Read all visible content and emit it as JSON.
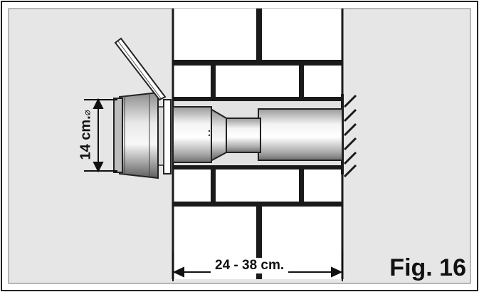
{
  "figure": {
    "label": "Fig. 16"
  },
  "dimensions": {
    "wall_thickness": "24 - 38 cm.",
    "pipe_diameter": "14 cm.",
    "diameter_symbol": "⌀"
  },
  "colors": {
    "background": "#e6e6e6",
    "frame": "#222222",
    "brick": "#ffffff",
    "mortar": "#1a1a1a",
    "ink": "#111111"
  }
}
